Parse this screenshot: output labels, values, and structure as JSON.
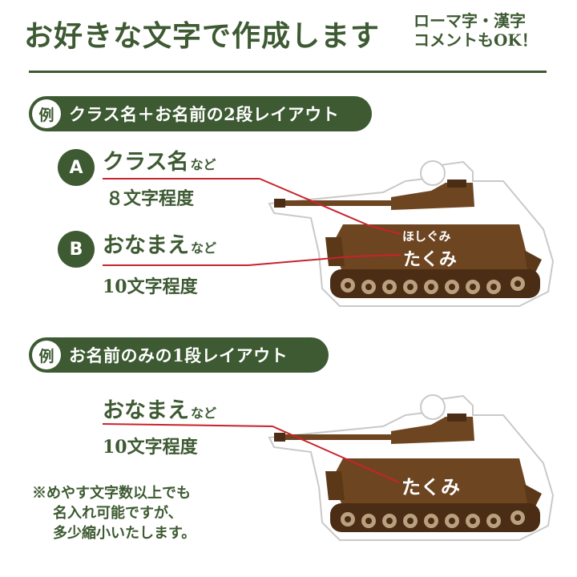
{
  "header": {
    "title": "お好きな文字で作成します",
    "note_line1": "ローマ字・漢字",
    "note_line2": "コメントもOK！"
  },
  "example1": {
    "badge": "例",
    "title": "クラス名＋お名前の2段レイアウト",
    "field_a": {
      "marker": "A",
      "label": "クラス名",
      "label_suffix": "など",
      "limit": "８文字程度"
    },
    "field_b": {
      "marker": "B",
      "label": "おなまえ",
      "label_suffix": "など",
      "limit": "10文字程度"
    },
    "sample_class": "ほしぐみ",
    "sample_name": "たくみ"
  },
  "example2": {
    "badge": "例",
    "title": "お名前のみの1段レイアウト",
    "field": {
      "label": "おなまえ",
      "label_suffix": "など",
      "limit": "10文字程度"
    },
    "sample_name": "たくみ"
  },
  "footnote": {
    "line1": "※めやす文字数以上でも",
    "line2": "名入れ可能ですが、",
    "line3": "多少縮小いたします。"
  },
  "colors": {
    "theme_green": "#3d5a32",
    "accent_red": "#c8232c",
    "tank_brown": "#6e4521",
    "tank_dark": "#4a2d14"
  }
}
